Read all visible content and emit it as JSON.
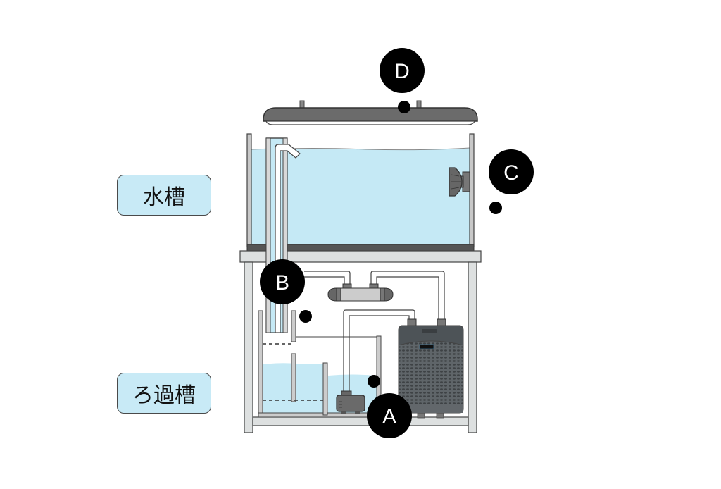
{
  "labels": {
    "tank": "水槽",
    "sump": "ろ過槽"
  },
  "markers": [
    {
      "id": "A",
      "label": "A",
      "target": "return-pump"
    },
    {
      "id": "B",
      "label": "B",
      "target": "overflow-pipe"
    },
    {
      "id": "C",
      "label": "C",
      "target": "wave-pump"
    },
    {
      "id": "D",
      "label": "D",
      "target": "aquarium-light"
    }
  ],
  "colors": {
    "water": "#c5e9f5",
    "marker": "#000000",
    "frame": "#dde0e0",
    "outline": "#4a4a4a",
    "device": "#666666",
    "chiller": "#5c6166",
    "label_bg": "#c8eaf6"
  }
}
